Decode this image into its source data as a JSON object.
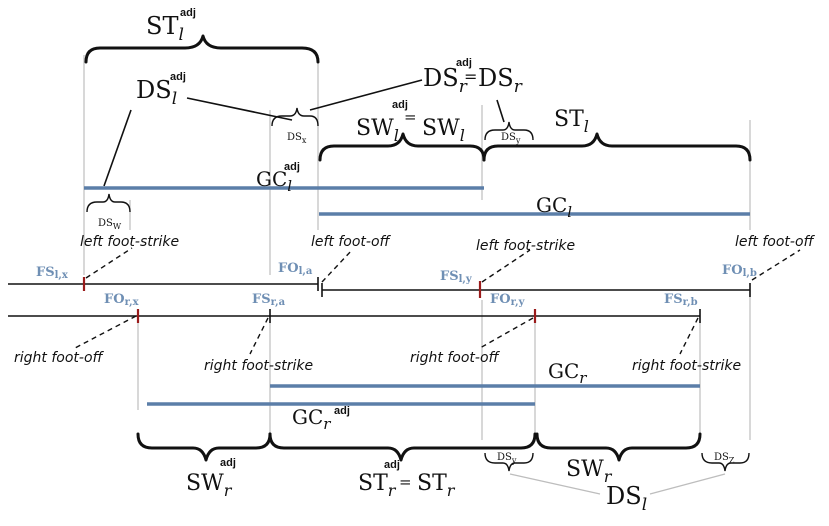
{
  "labels": {
    "st_l_adj": "ST",
    "ds_l_adj": "DS",
    "ds_r_adj": "DS",
    "ds_r": "DS",
    "sw_l_adj": "SW",
    "sw_l": "SW",
    "st_l": "ST",
    "gc_l_adj": "GC",
    "gc_l": "GC",
    "gc_r": "GC",
    "gc_r_adj": "GC",
    "sw_r_adj": "SW",
    "st_r_adj": "ST",
    "st_r": "ST",
    "sw_r": "SW",
    "ds_l": "DS",
    "ds_x": "DS",
    "ds_y_top": "DS",
    "ds_w": "DS",
    "ds_y_bottom": "DS",
    "ds_z": "DS",
    "sub_l": "l",
    "sub_r": "r",
    "sub_x": "x",
    "sub_y": "y",
    "sub_w": "W",
    "sub_z": "Z",
    "adj": "adj",
    "equals": "="
  },
  "events": {
    "fs_lx": "FS",
    "fs_lx_sub": "l,x",
    "fo_la": "FO",
    "fo_la_sub": "l,a",
    "fs_ly": "FS",
    "fs_ly_sub": "l,y",
    "fo_lb": "FO",
    "fo_lb_sub": "l,b",
    "fo_rx": "FO",
    "fo_rx_sub": "r,x",
    "fs_ra": "FS",
    "fs_ra_sub": "r,a",
    "fo_ry": "FO",
    "fo_ry_sub": "r,y",
    "fs_rb": "FS",
    "fs_rb_sub": "r,b"
  },
  "annotations": {
    "left_foot_strike_1": "left foot-strike",
    "left_foot_off_1": "left foot-off",
    "left_foot_strike_2": "left foot-strike",
    "left_foot_off_2": "left foot-off",
    "right_foot_off_1": "right foot-off",
    "right_foot_strike_1": "right foot-strike",
    "right_foot_off_2": "right foot-off",
    "right_foot_strike_2": "right foot-strike"
  },
  "colors": {
    "cycle_line": "#5b7ea8",
    "event_label": "#6f8fb4",
    "event_tick": "#9a1b1b"
  }
}
